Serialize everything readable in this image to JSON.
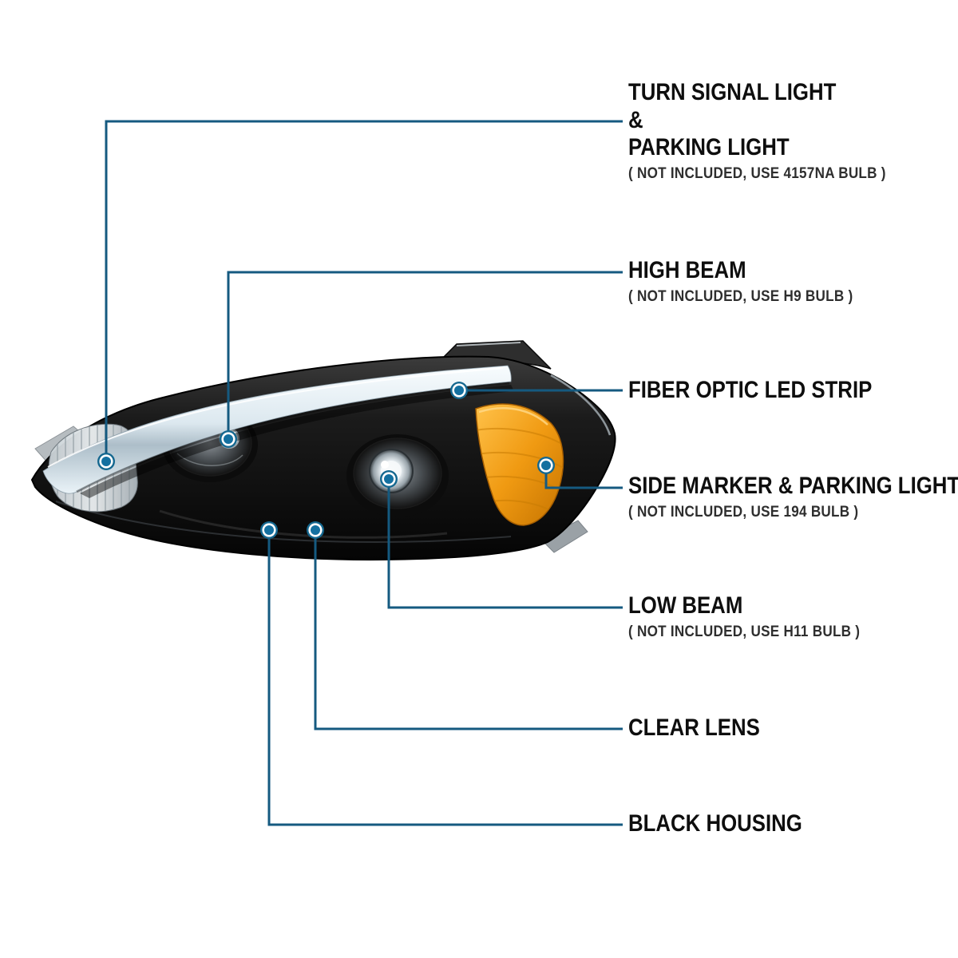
{
  "diagram_title": "Headlight features callout diagram",
  "callouts": {
    "turn_signal": {
      "line1": "TURN SIGNAL LIGHT",
      "line2": "&",
      "line3": "PARKING LIGHT",
      "note": "( NOT INCLUDED, USE 4157NA BULB )"
    },
    "high_beam": {
      "label": "HIGH BEAM",
      "note": "( NOT INCLUDED, USE H9 BULB )"
    },
    "fiber_optic": {
      "label": "FIBER OPTIC LED STRIP"
    },
    "side_marker": {
      "label": "SIDE MARKER & PARKING LIGHT",
      "note": "( NOT INCLUDED, USE 194 BULB )"
    },
    "low_beam": {
      "label": "LOW BEAM",
      "note": "( NOT INCLUDED, USE H11 BULB )"
    },
    "clear_lens": {
      "label": "CLEAR LENS"
    },
    "black_housing": {
      "label": "BLACK HOUSING"
    }
  },
  "colors": {
    "callout_line": "#155a80",
    "callout_dot": "#1470a0",
    "label_text": "#0e0e0e",
    "note_text": "#2e2e2e",
    "amber_marker": "#f09a12",
    "housing_black": "#0a0a0a",
    "background": "#ffffff"
  }
}
